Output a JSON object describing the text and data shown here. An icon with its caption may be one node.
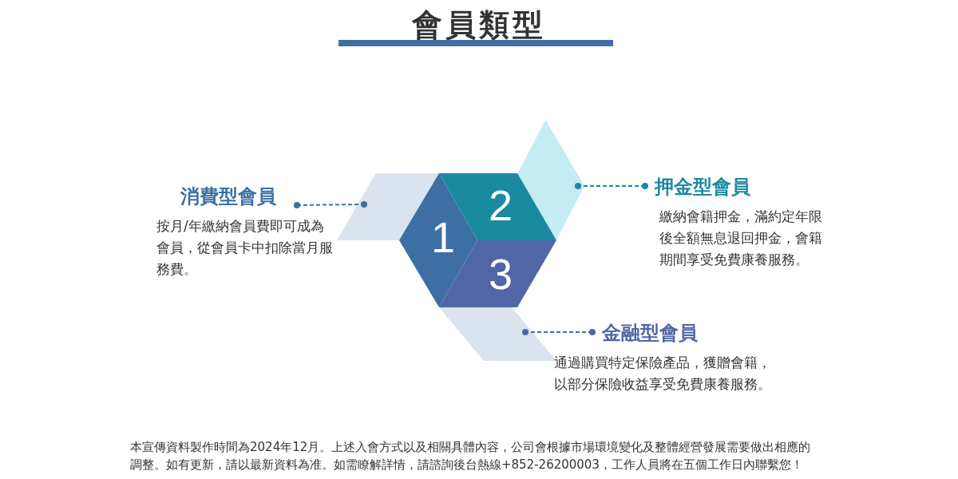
{
  "diagram": {
    "title": "會員類型",
    "caption": "本宣傳資料製作時間為2024年12月。上述入會方式以及相關具體內容，公司會根據市場環境變化及整體經營發展需要做出相應的調整。如有更新，請以最新資料為准。如需瞭解詳情，請諮詢後台熱線+852-26200003，工作人員將在五個工作日內聯繫您！",
    "nodes": [
      {
        "text": [
          "消費型會員",
          "按月/年繳納會員費即可成為會員，從會員卡中扣除當月服務費。"
        ]
      },
      {
        "text": [],
        "shape": "parallelogram"
      },
      {
        "text": [
          "1"
        ]
      },
      {
        "text": [
          "2"
        ]
      },
      {
        "text": [],
        "shape": "diamond"
      },
      {
        "text": [
          "押金型會員",
          "繳納會籍押金，滿約定年限後全額無息退回押金，會籍期間享受免費康養服務。"
        ]
      },
      {
        "text": [
          "3"
        ]
      },
      {
        "text": [],
        "shape": "parallelogram"
      },
      {
        "text": [
          "金融型會員",
          "通過購買特定保險產品，獲贈會籍，以部分保險收益享受免費康養服務。"
        ]
      }
    ],
    "edges": [
      {
        "from": 0,
        "to": 1,
        "arrow": "other",
        "style": "dashed",
        "color": "#3d6fa5"
      },
      {
        "from": 5,
        "to": 4,
        "arrow": "other",
        "style": "dashed",
        "color": "#1a8aa0"
      },
      {
        "from": 8,
        "to": 7,
        "arrow": "other",
        "style": "dashed",
        "color": "#5166a6"
      }
    ]
  }
}
